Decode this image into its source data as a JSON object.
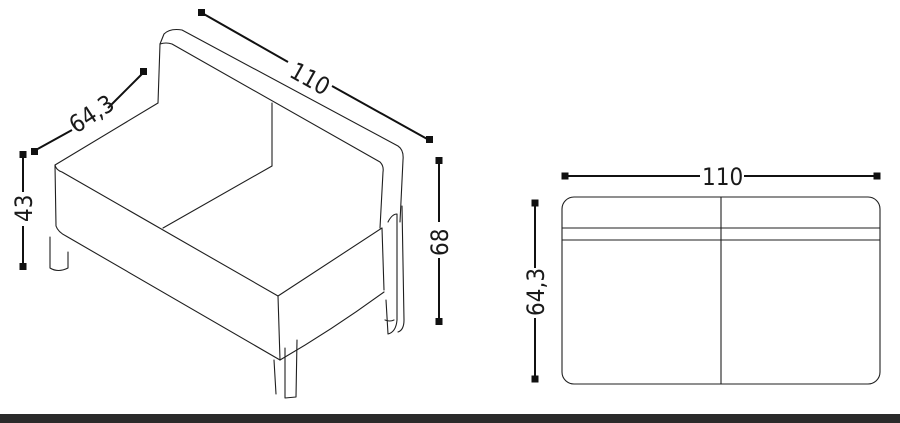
{
  "units_note": "",
  "dimensions": {
    "iso_width": "110",
    "iso_depth": "64,3",
    "iso_seat_height": "43",
    "iso_total_height": "68",
    "plan_width": "110",
    "plan_depth": "64,3"
  },
  "colors": {
    "line": "#1f1f1f",
    "background": "#ffffff",
    "bottom_bar": "#2a2a2a"
  }
}
